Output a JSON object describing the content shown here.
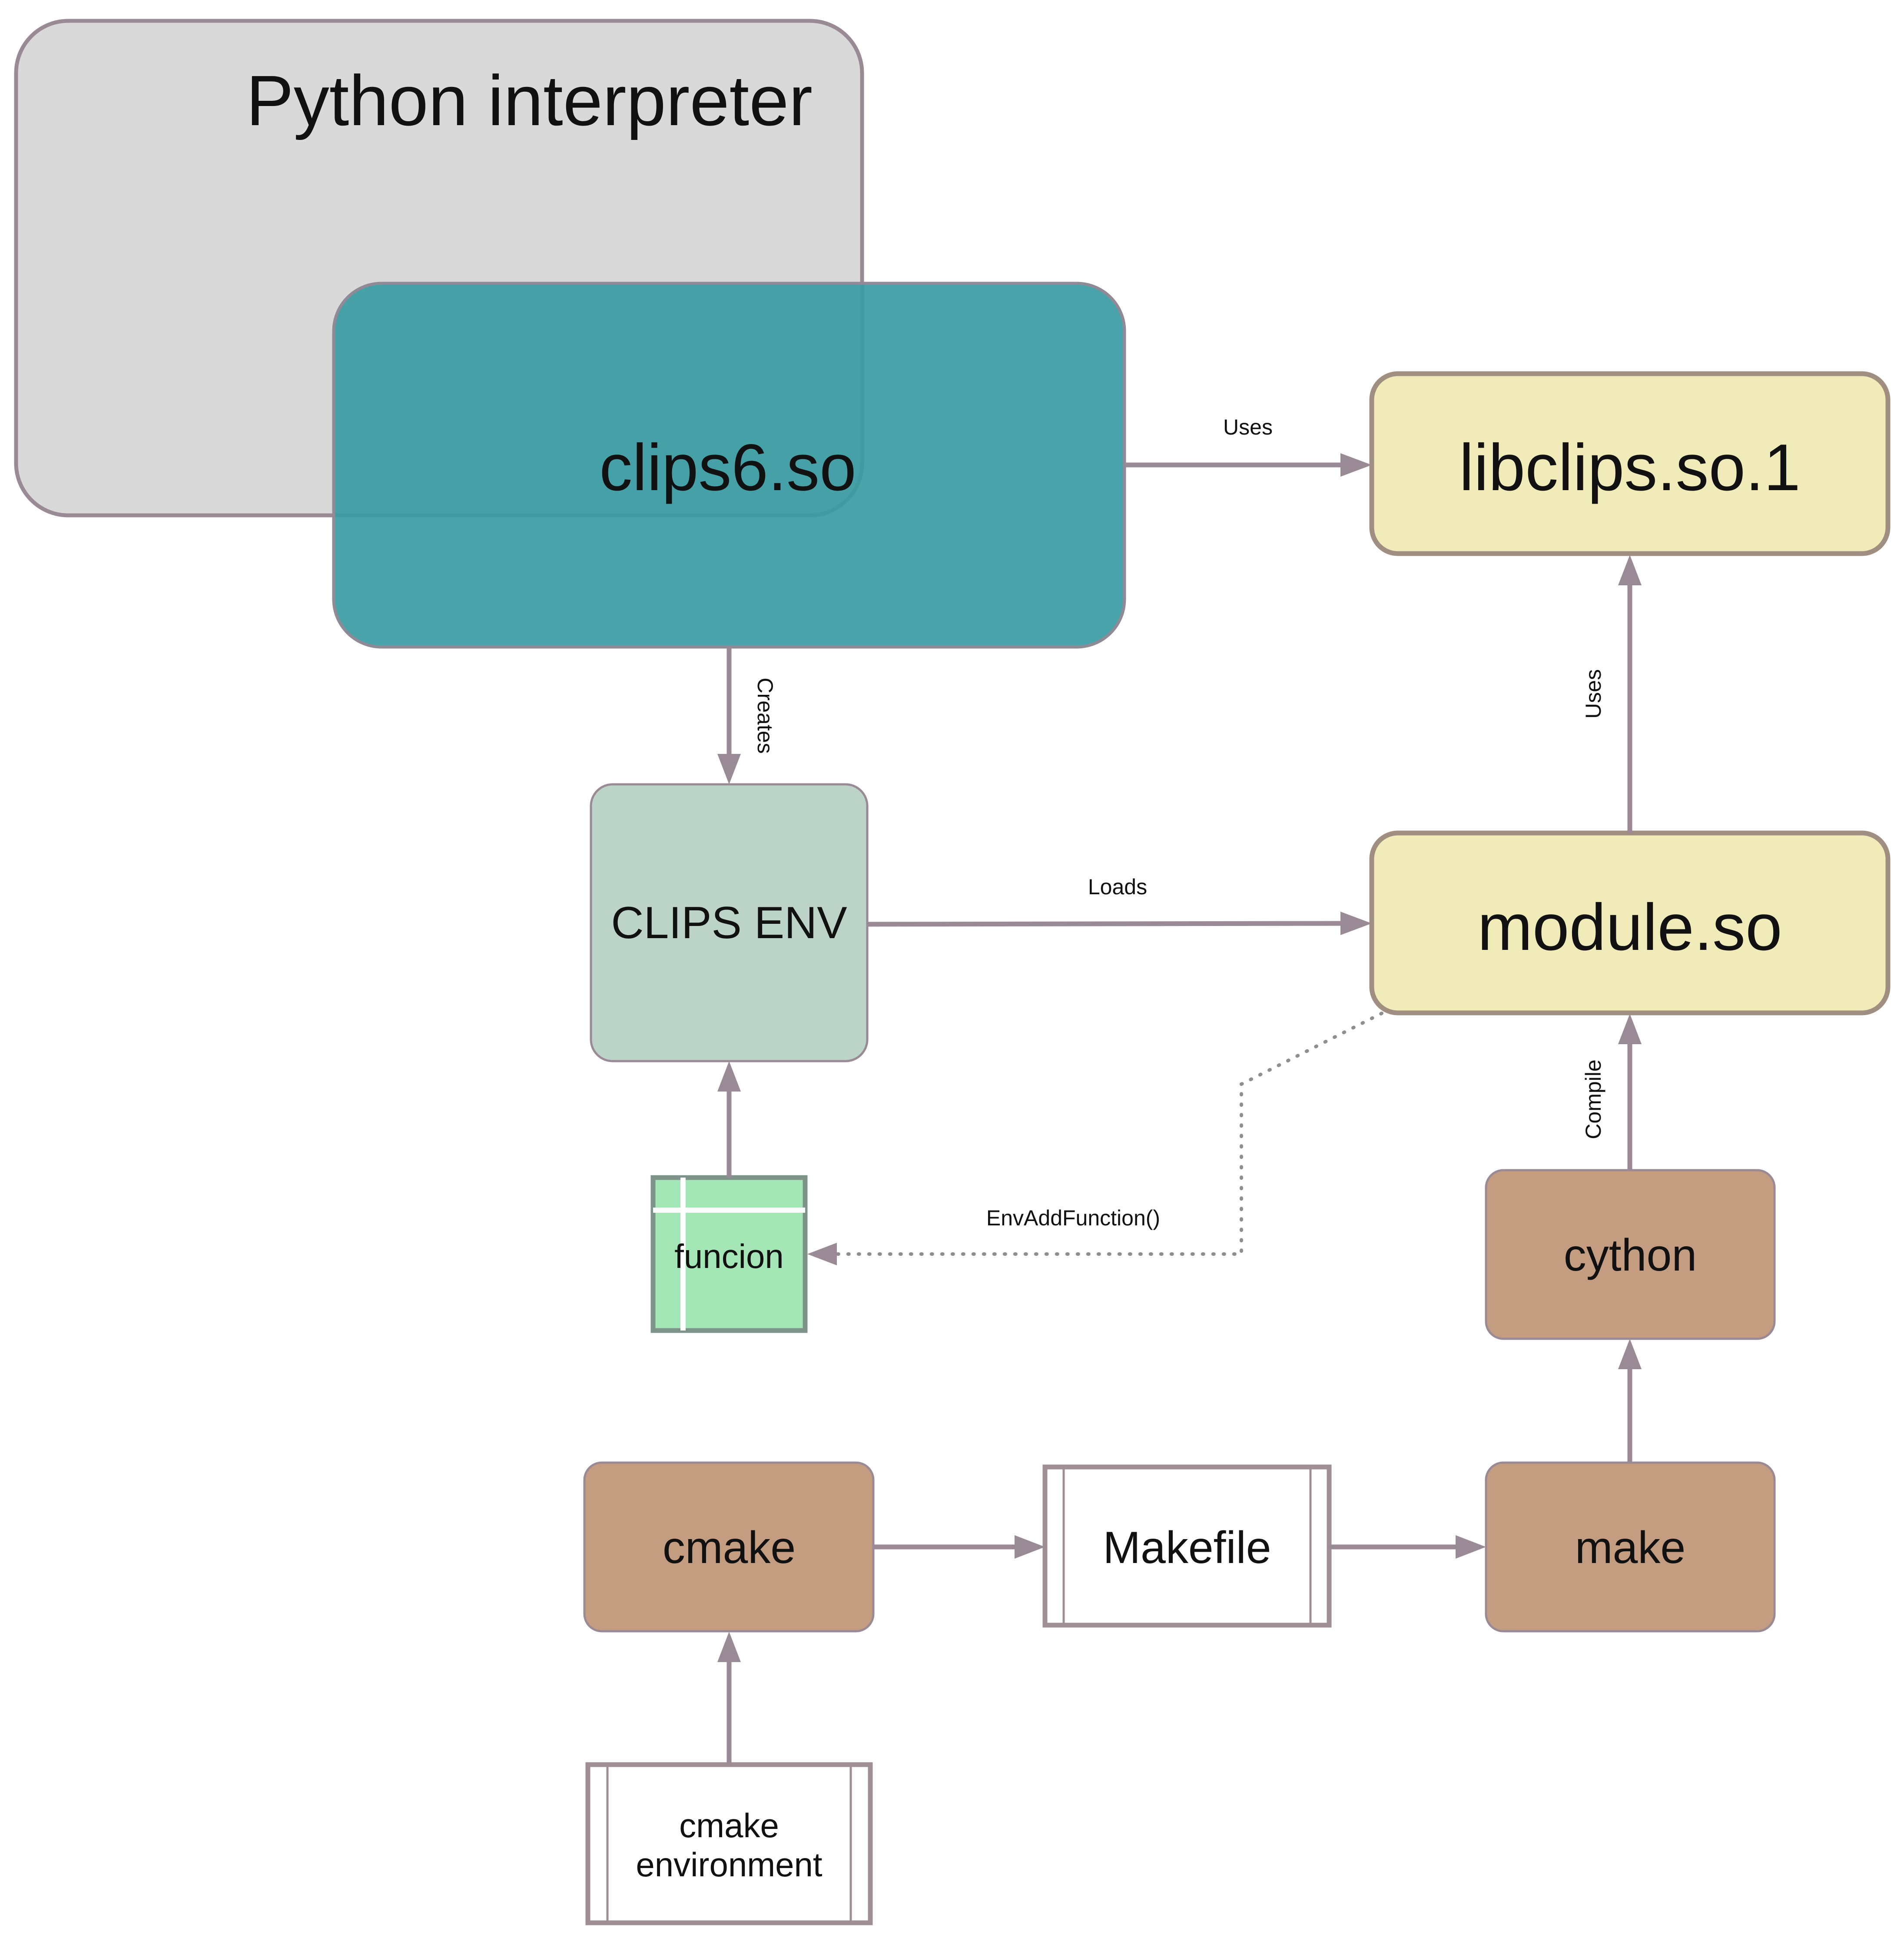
{
  "nodes": {
    "python_interpreter": {
      "label": "Python interpreter",
      "fill": "#d9d9d9"
    },
    "clips6": {
      "label": "clips6.so",
      "fill": "#3a9ba3"
    },
    "libclips": {
      "label": "libclips.so.1",
      "fill": "#f0ebb8"
    },
    "clips_env": {
      "label": "CLIPS ENV",
      "fill": "#bcd3c8"
    },
    "module": {
      "label": "module.so",
      "fill": "#f0ebb8"
    },
    "funcion": {
      "label": "funcion",
      "fill": "#a5e6b7"
    },
    "cython": {
      "label": "cython",
      "fill": "#c49c80"
    },
    "cmake": {
      "label": "cmake",
      "fill": "#c49c80"
    },
    "makefile": {
      "label": "Makefile",
      "fill": "#ffffff"
    },
    "make": {
      "label": "make",
      "fill": "#c49c80"
    },
    "cmake_environment": {
      "label_line1": "cmake",
      "label_line2": "environment",
      "fill": "#ffffff"
    }
  },
  "edges": {
    "clips6_uses_libclips": {
      "label": "Uses"
    },
    "clips6_creates_env": {
      "label": "Creates"
    },
    "module_uses_libclips": {
      "label": "Uses"
    },
    "env_loads_module": {
      "label": "Loads"
    },
    "cython_compile_module": {
      "label": "Compile"
    },
    "module_envaddfunction": {
      "label": "EnvAddFunction()"
    }
  },
  "colors": {
    "edge": "#9a8a95",
    "border": "#9a8a95"
  }
}
